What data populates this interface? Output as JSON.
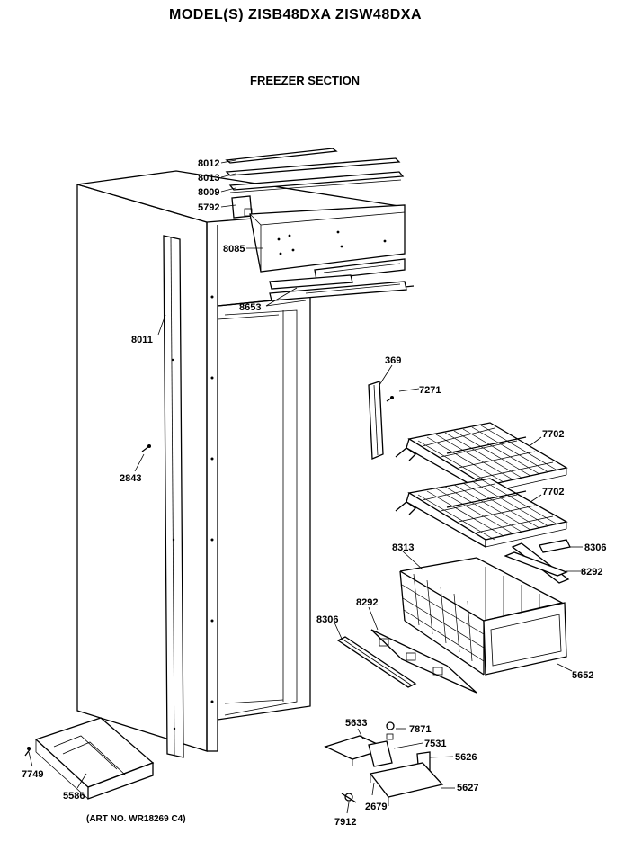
{
  "header": {
    "title": "MODEL(S) ZISB48DXA  ZISW48DXA",
    "subtitle": "FREEZER SECTION"
  },
  "footer": {
    "art_number": "(ART NO. WR18269 C4)"
  },
  "callouts": {
    "p8012": "8012",
    "p8013": "8013",
    "p8009": "8009",
    "p5792": "5792",
    "p8085": "8085",
    "p8653": "8653",
    "p8011": "8011",
    "p2843": "2843",
    "p369": "369",
    "p7271": "7271",
    "p7702a": "7702",
    "p7702b": "7702",
    "p8313": "8313",
    "p8306a": "8306",
    "p8292a": "8292",
    "p8292b": "8292",
    "p8306b": "8306",
    "p5652": "5652",
    "p5633": "5633",
    "p7871": "7871",
    "p7531": "7531",
    "p5626": "5626",
    "p5627": "5627",
    "p2679": "2679",
    "p7912": "7912",
    "p7749": "7749",
    "p5586": "5586"
  }
}
